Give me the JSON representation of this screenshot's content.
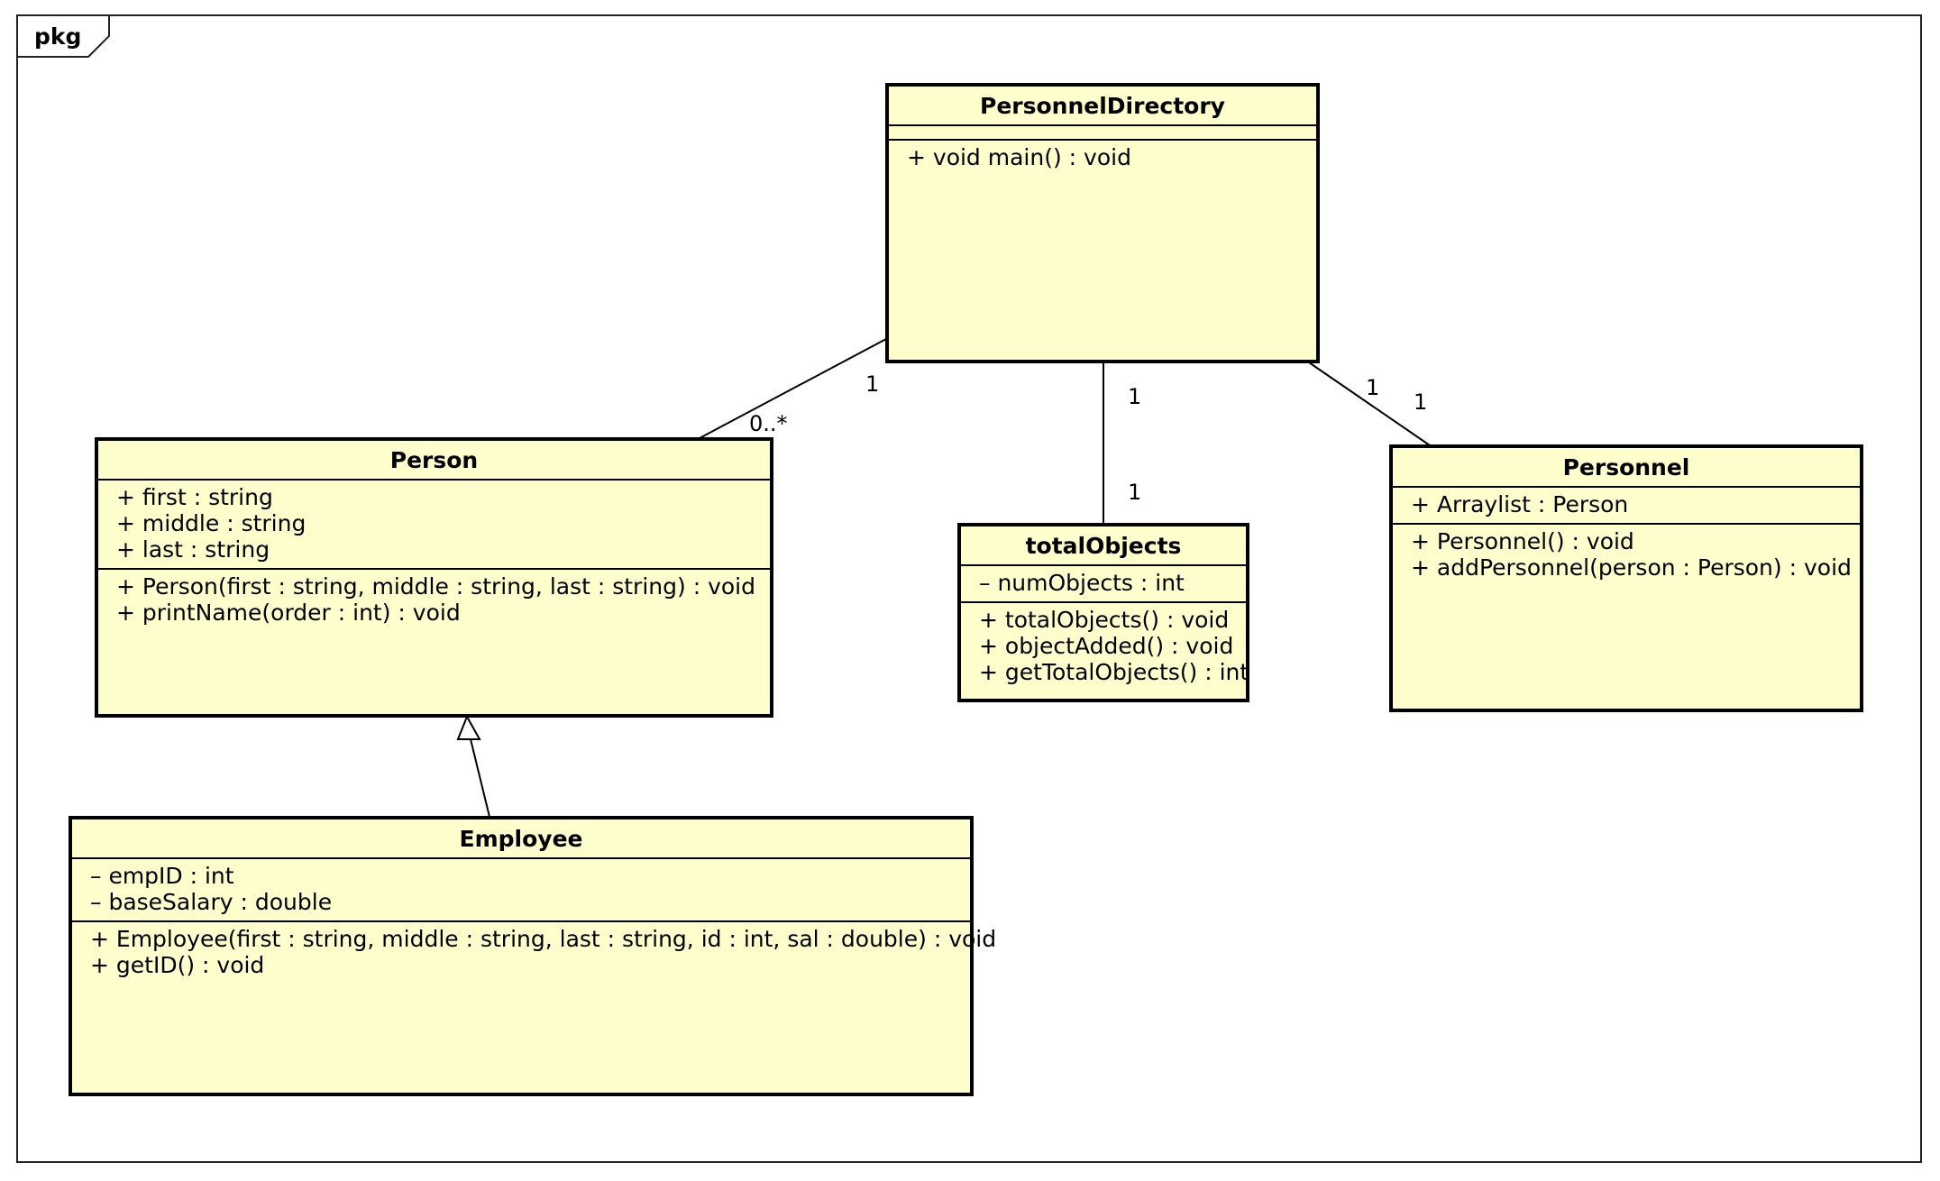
{
  "package": {
    "label": "pkg"
  },
  "classes": {
    "personnel_directory": {
      "name": "PersonnelDirectory",
      "attributes": [],
      "operations": [
        "+ void main() : void"
      ]
    },
    "person": {
      "name": "Person",
      "attributes": [
        "+ first : string",
        "+ middle : string",
        "+ last : string"
      ],
      "operations": [
        "+ Person(first : string, middle : string, last : string) : void",
        "+ printName(order : int) : void"
      ]
    },
    "total_objects": {
      "name": "totalObjects",
      "attributes": [
        "– numObjects : int"
      ],
      "operations": [
        "+ totalObjects() : void",
        "+ objectAdded() : void",
        "+ getTotalObjects() : int"
      ]
    },
    "personnel": {
      "name": "Personnel",
      "attributes": [
        "+ Arraylist : Person"
      ],
      "operations": [
        "+ Personnel() : void",
        "+ addPersonnel(person : Person) : void"
      ]
    },
    "employee": {
      "name": "Employee",
      "attributes": [
        "– empID : int",
        "– baseSalary : double"
      ],
      "operations": [
        "+ Employee(first : string, middle : string, last : string, id : int, sal : double) : void",
        "+ getID() : void"
      ]
    }
  },
  "multiplicities": {
    "pd_person_pd_end": "1",
    "pd_person_person_end": "0..*",
    "pd_total_pd_end": "1",
    "pd_total_total_end": "1",
    "pd_personnel_pd_end": "1",
    "pd_personnel_personnel_end": "1"
  }
}
